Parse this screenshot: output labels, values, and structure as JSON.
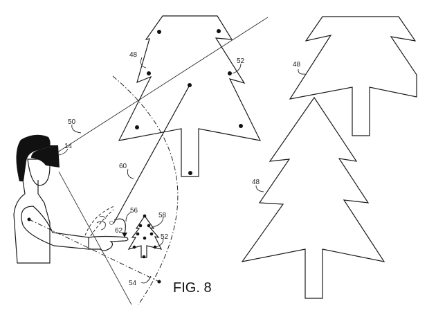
{
  "figure": {
    "caption": "FIG. 8",
    "reference_labels": {
      "hmd": "14",
      "virtual_tree_large": "48",
      "virtual_tree_right_top": "48",
      "virtual_tree_right_bottom": "48",
      "sight_line": "50",
      "ornament_large": "52",
      "ornament_small": "52",
      "reach_boundary": "54",
      "gesture": "56",
      "miniature_tree": "58",
      "projection_ray": "60",
      "selection_point": "62"
    }
  }
}
